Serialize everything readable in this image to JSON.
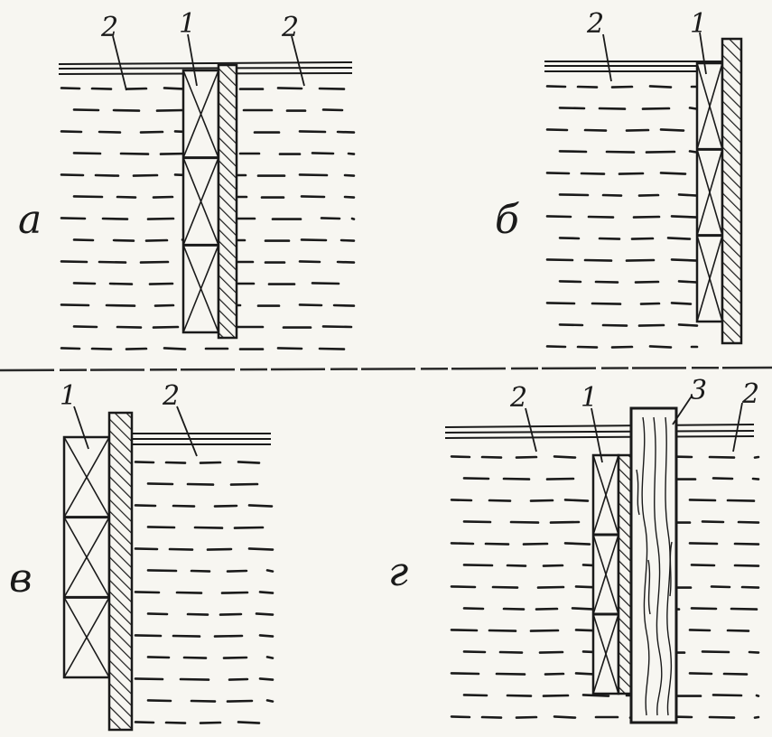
{
  "figure": {
    "ink_color": "#1a1a1a",
    "paper_color": "#f7f6f1",
    "panels": [
      {
        "id": "a",
        "letter": "а",
        "callouts": [
          {
            "text": "2",
            "refers_to": "water-left"
          },
          {
            "text": "1",
            "refers_to": "panel-block"
          },
          {
            "text": "2",
            "refers_to": "water-right"
          }
        ]
      },
      {
        "id": "b",
        "letter": "б",
        "callouts": [
          {
            "text": "2",
            "refers_to": "water"
          },
          {
            "text": "1",
            "refers_to": "panel-block"
          }
        ]
      },
      {
        "id": "c",
        "letter": "в",
        "callouts": [
          {
            "text": "1",
            "refers_to": "panel-block"
          },
          {
            "text": "2",
            "refers_to": "water"
          }
        ]
      },
      {
        "id": "d",
        "letter": "г",
        "callouts": [
          {
            "text": "2",
            "refers_to": "water-left"
          },
          {
            "text": "1",
            "refers_to": "panel-block"
          },
          {
            "text": "3",
            "refers_to": "timber-beam"
          },
          {
            "text": "2",
            "refers_to": "water-right"
          }
        ]
      }
    ]
  }
}
